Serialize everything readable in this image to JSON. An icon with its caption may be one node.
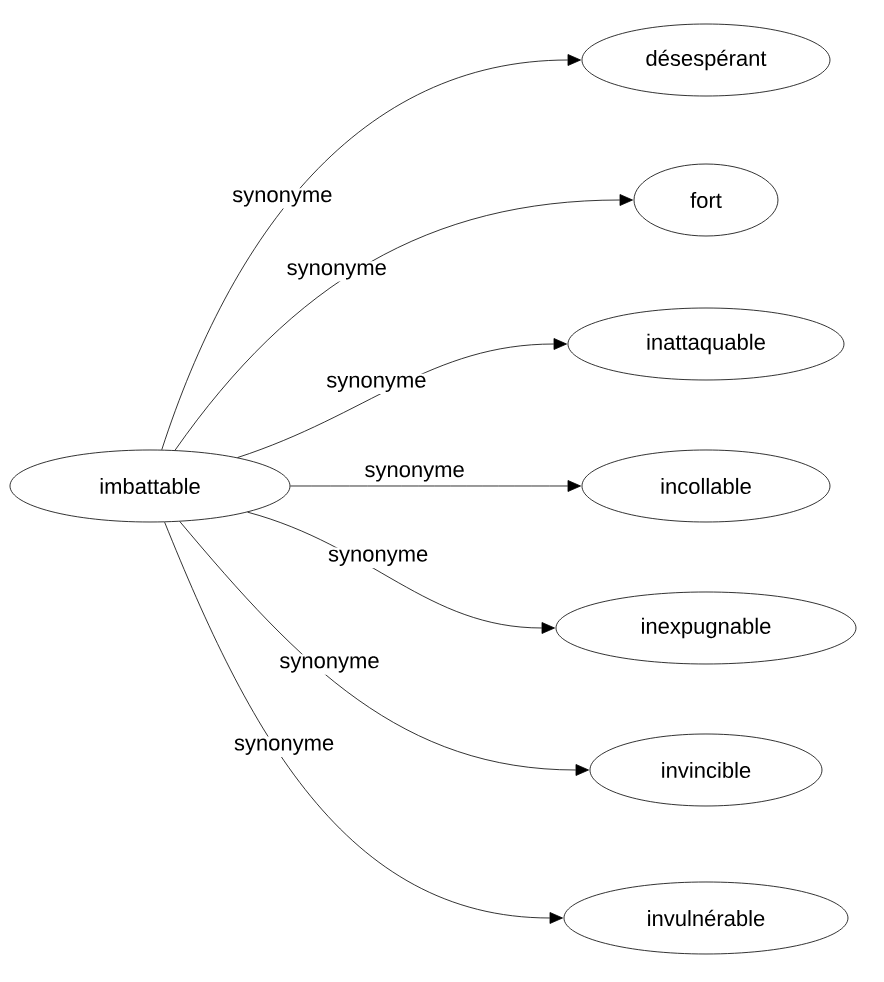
{
  "diagram": {
    "nodes": [
      {
        "text": [
          "imbattable"
        ]
      },
      {
        "text": [
          "désespérant"
        ]
      },
      {
        "text": [
          "fort"
        ]
      },
      {
        "text": [
          "inattaquable"
        ]
      },
      {
        "text": [
          "incollable"
        ]
      },
      {
        "text": [
          "inexpugnable"
        ]
      },
      {
        "text": [
          "invincible"
        ]
      },
      {
        "text": [
          "invulnérable"
        ]
      }
    ],
    "edges": [
      {
        "from": 0,
        "to": 1,
        "arrow": "to",
        "label": "synonyme"
      },
      {
        "from": 0,
        "to": 2,
        "arrow": "to",
        "label": "synonyme"
      },
      {
        "from": 0,
        "to": 3,
        "arrow": "to",
        "label": "synonyme"
      },
      {
        "from": 0,
        "to": 4,
        "arrow": "to",
        "label": "synonyme"
      },
      {
        "from": 0,
        "to": 5,
        "arrow": "to",
        "label": "synonyme"
      },
      {
        "from": 0,
        "to": 6,
        "arrow": "to",
        "label": "synonyme"
      },
      {
        "from": 0,
        "to": 7,
        "arrow": "to",
        "label": "synonyme"
      }
    ]
  }
}
